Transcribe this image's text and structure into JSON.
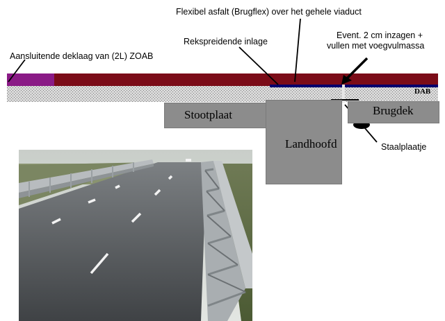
{
  "labels": {
    "flexibel": "Flexibel asfalt (Brugflex) over het gehele viaduct",
    "rekspreidende": "Rekspreidende inlage",
    "event_line1": "Event. 2 cm inzagen +",
    "event_line2": "vullen met voegvulmassa",
    "aansluitende": "Aansluitende deklaag van (2L) ZOAB",
    "dab": "DAB",
    "stootplaat": "Stootplaat",
    "brugdek": "Brugdek",
    "landhoofd": "Landhoofd",
    "staalplaatje": "Staalplaatje"
  },
  "colors": {
    "zoab_layer": "#7b0c18",
    "left_layer": "#8a1a86",
    "inlay": "#00006e",
    "concrete": "#8c8c8c",
    "hatch": "#bdbdbd"
  }
}
